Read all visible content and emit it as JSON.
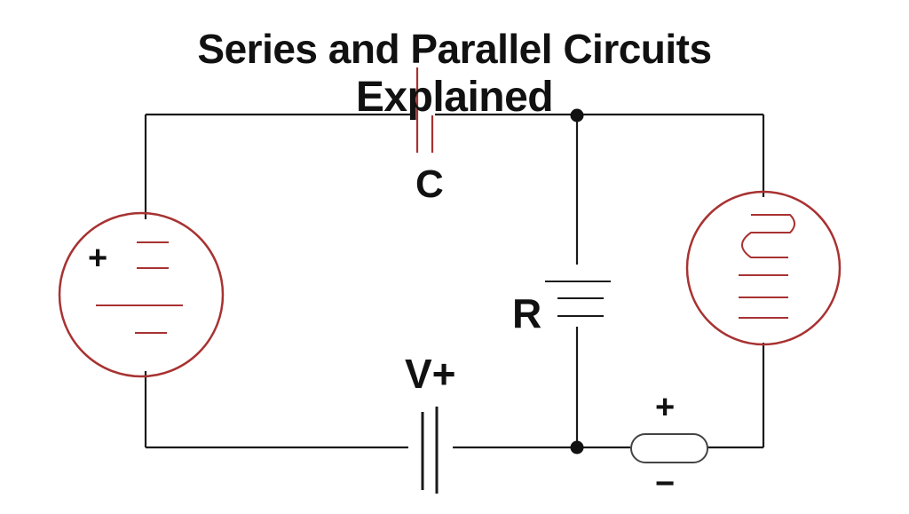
{
  "diagram": {
    "title_line1": "Series and Parallel Circuits",
    "title_line2": "Explained",
    "labels": {
      "capacitor": "C",
      "resistor": "R",
      "voltage": "V+",
      "left_plus": "+",
      "right_plus": "+",
      "right_minus": "−"
    },
    "colors": {
      "wire": "#1a1a1a",
      "accent": "#a83232",
      "text": "#111111"
    }
  }
}
